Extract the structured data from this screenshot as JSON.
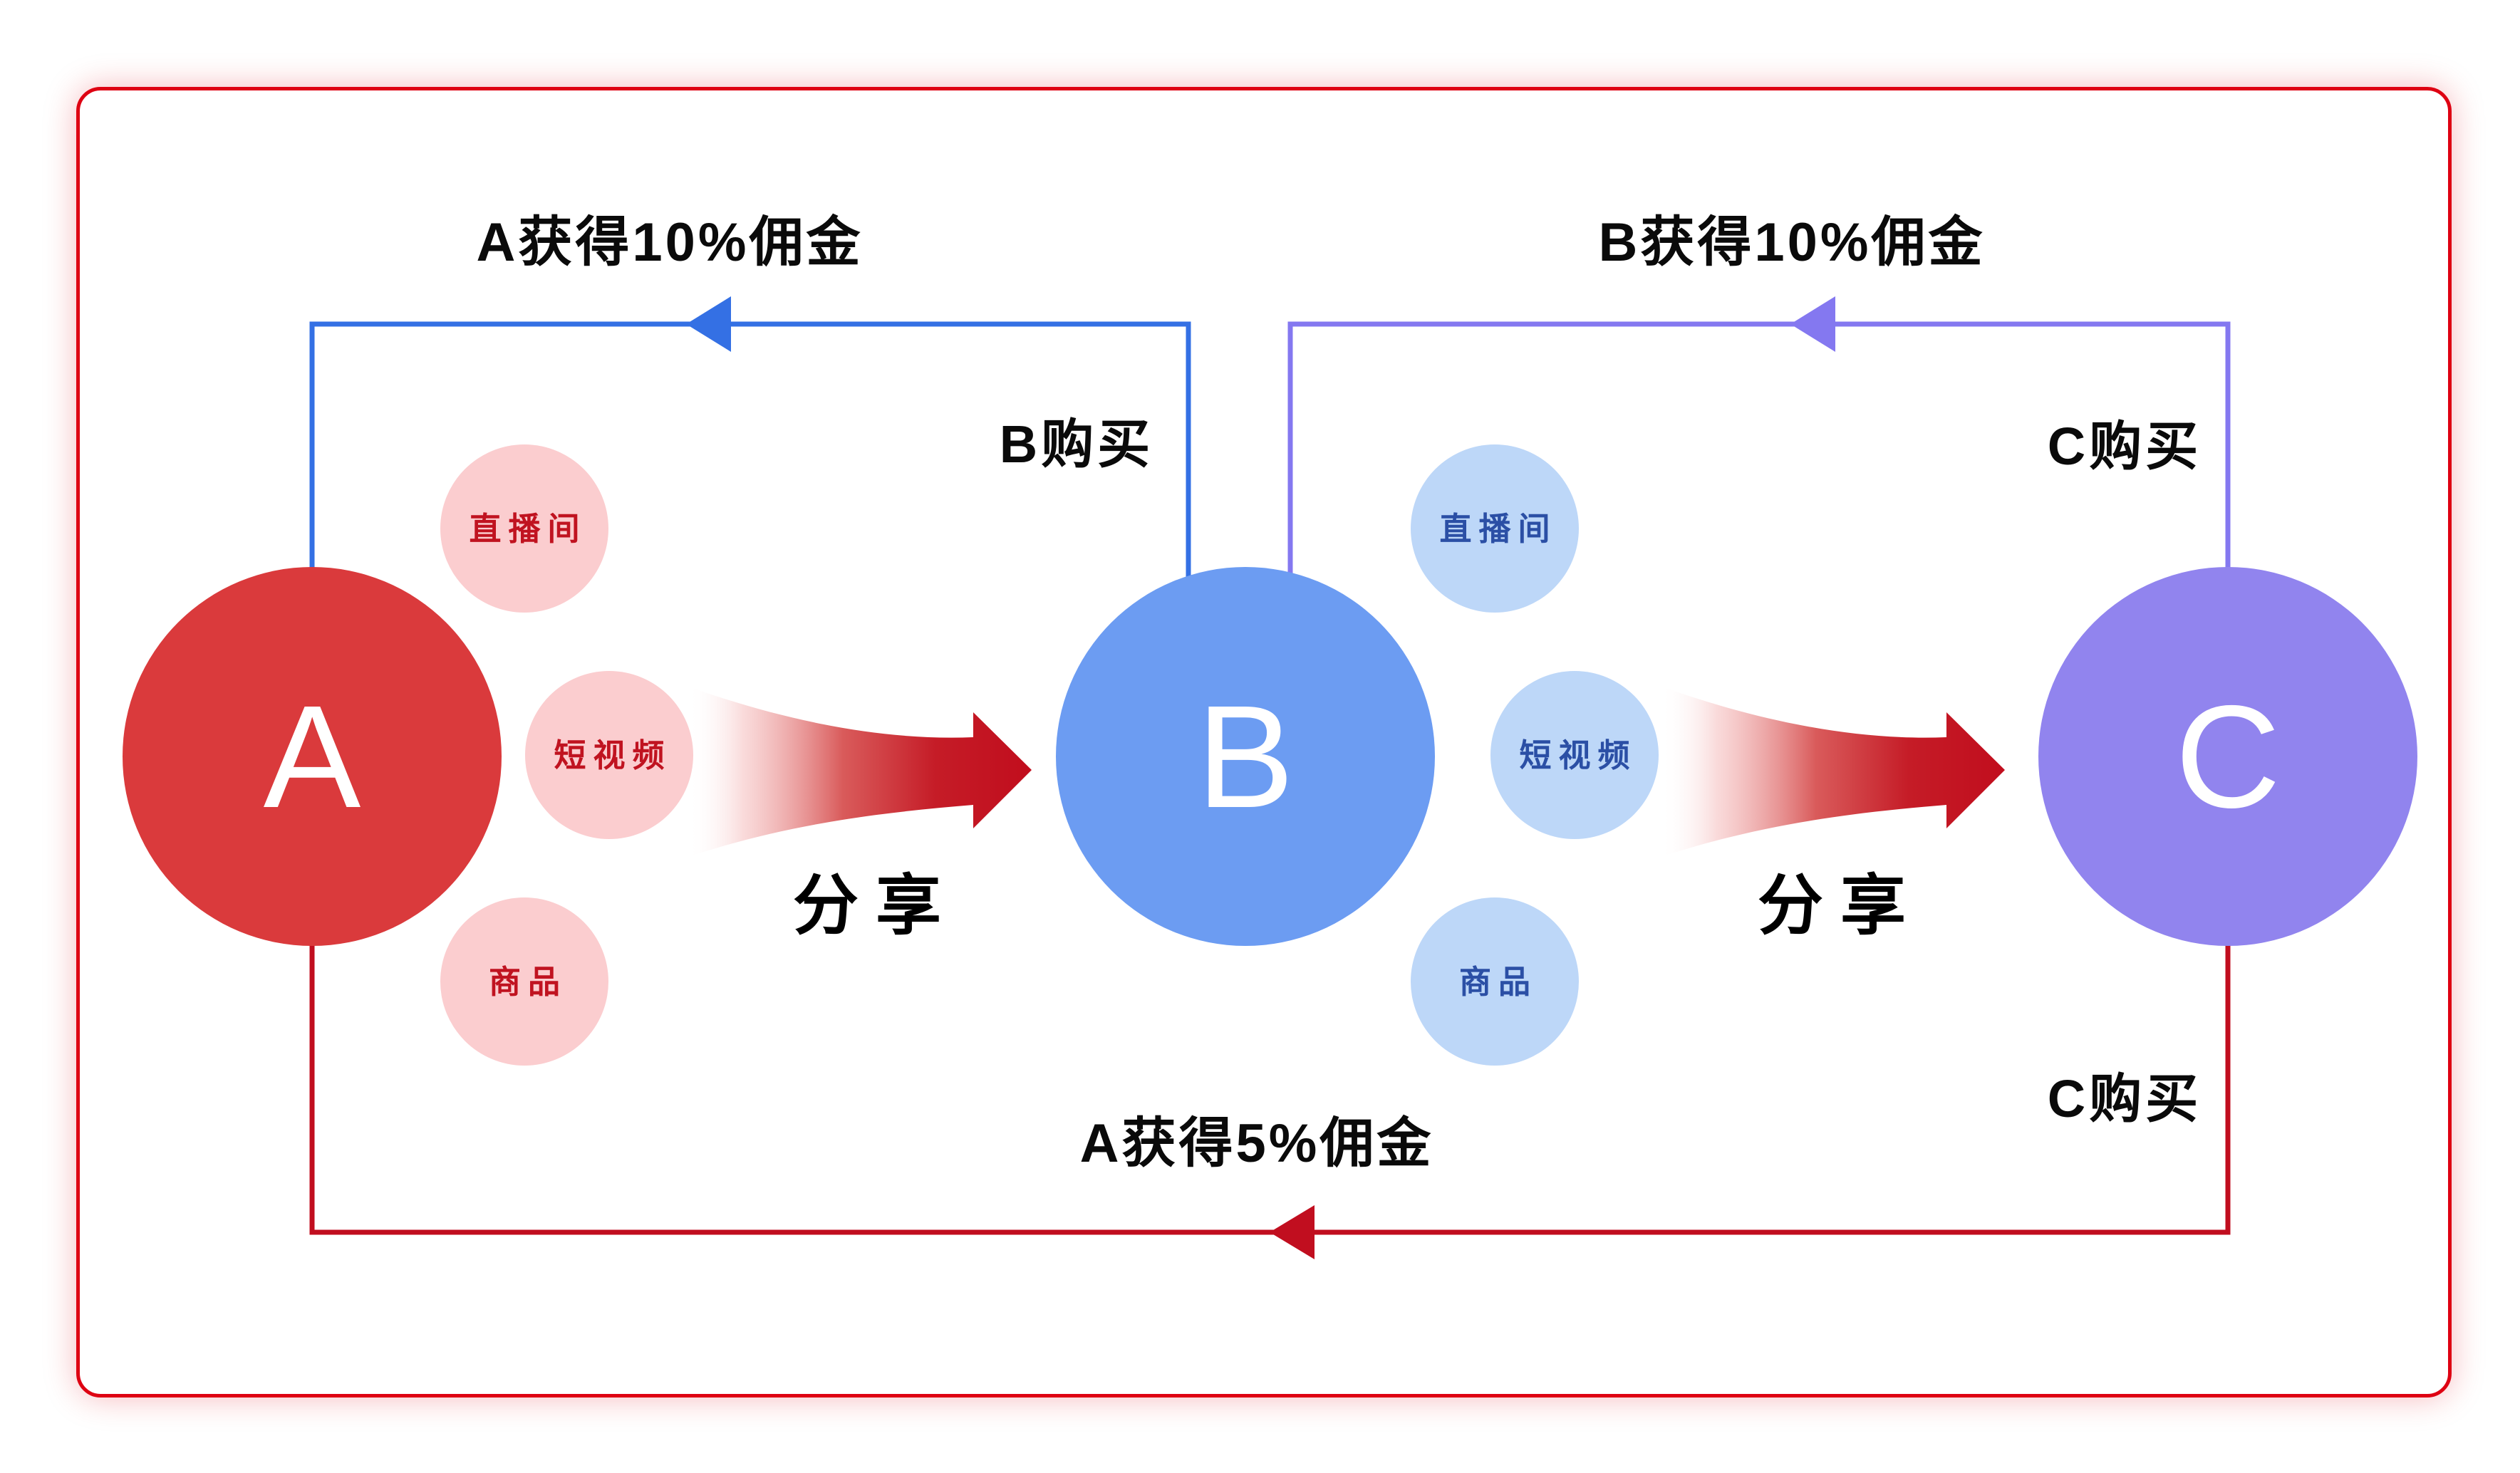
{
  "colors": {
    "frame-red": "#DE0112",
    "line-blue": "#3470E4",
    "line-purple": "#8478F0",
    "line-red": "#C10E1F",
    "node-a": "#DA3A3C",
    "node-b": "#6C9CF2",
    "node-c": "#9184EE",
    "sat-pink": "#FBCDCF",
    "sat-pink-text": "#C01320",
    "sat-blue": "#BDD7F8",
    "sat-blue-text": "#2B4FA5",
    "arrow-red": "#C10D1D",
    "text-black": "#0A0A0A"
  },
  "nodes": {
    "a": {
      "label": "A"
    },
    "b": {
      "label": "B"
    },
    "c": {
      "label": "C"
    }
  },
  "satellites": {
    "a": [
      {
        "label": "直播间"
      },
      {
        "label": "短视频"
      },
      {
        "label": "商品"
      }
    ],
    "b": [
      {
        "label": "直播间"
      },
      {
        "label": "短视频"
      },
      {
        "label": "商品"
      }
    ]
  },
  "labels": {
    "commission_ab": "A获得10%佣金",
    "commission_bc": "B获得10%佣金",
    "commission_ac": "A获得5%佣金",
    "b_buy": "B购买",
    "c_buy_top": "C购买",
    "c_buy_bottom": "C购买",
    "share_ab": "分享",
    "share_bc": "分享"
  }
}
